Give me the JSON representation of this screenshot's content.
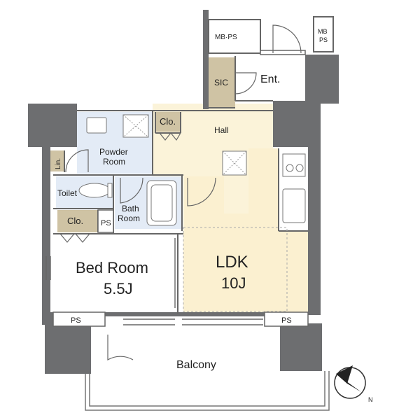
{
  "colors": {
    "wall": "#6d6e70",
    "hall_floor": "#fbf3d9",
    "ldk_floor": "#fbf0d0",
    "wet_floor": "#e3ebf6",
    "storage_floor": "#cfc3a4",
    "bedroom_floor": "#ffffff"
  },
  "rooms": {
    "mb_ps": "MB·PS",
    "mb": "MB",
    "ps_top": "PS",
    "sic": "SIC",
    "entrance": "Ent.",
    "closet_top": "Clo.",
    "hall": "Hall",
    "powder_line1": "Powder",
    "powder_line2": "Room",
    "linen": "Lin.",
    "toilet": "Toilet",
    "bath_line1": "Bath",
    "bath_line2": "Room",
    "closet_bed": "Clo.",
    "ps_mid": "PS",
    "bedroom_name": "Bed Room",
    "bedroom_size": "5.5J",
    "ldk_name": "LDK",
    "ldk_size": "10J",
    "ps_bottom_left": "PS",
    "ps_bottom_right": "PS",
    "balcony": "Balcony",
    "north": "N"
  }
}
